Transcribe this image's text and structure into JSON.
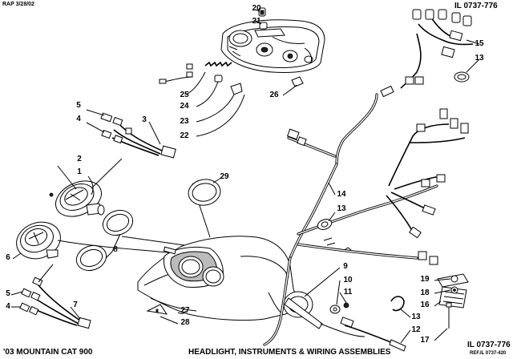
{
  "header": {
    "date_code": "RAP 3/28/02",
    "ill_number_top": "IL 0737-776"
  },
  "footer": {
    "model": "'03 MOUNTAIN CAT 900",
    "title": "HEADLIGHT, INSTRUMENTS & WIRING ASSEMBLIES",
    "ill_number_bottom": "IL 0737-776",
    "ref_number": "REF.IL 0737-420"
  },
  "callouts": {
    "c1": "1",
    "c2": "2",
    "c3": "3",
    "c4a": "4",
    "c4b": "4",
    "c5a": "5",
    "c5b": "5",
    "c6": "6",
    "c7": "7",
    "c8": "8",
    "c9": "9",
    "c10": "10",
    "c11": "11",
    "c12": "12",
    "c13a": "13",
    "c13b": "13",
    "c13c": "13",
    "c14": "14",
    "c15": "15",
    "c16": "16",
    "c17": "17",
    "c18": "18",
    "c19": "19",
    "c20": "20",
    "c21": "21",
    "c22": "22",
    "c23": "23",
    "c24": "24",
    "c25": "25",
    "c26": "26",
    "c27": "27",
    "c28": "28",
    "c29": "29"
  }
}
